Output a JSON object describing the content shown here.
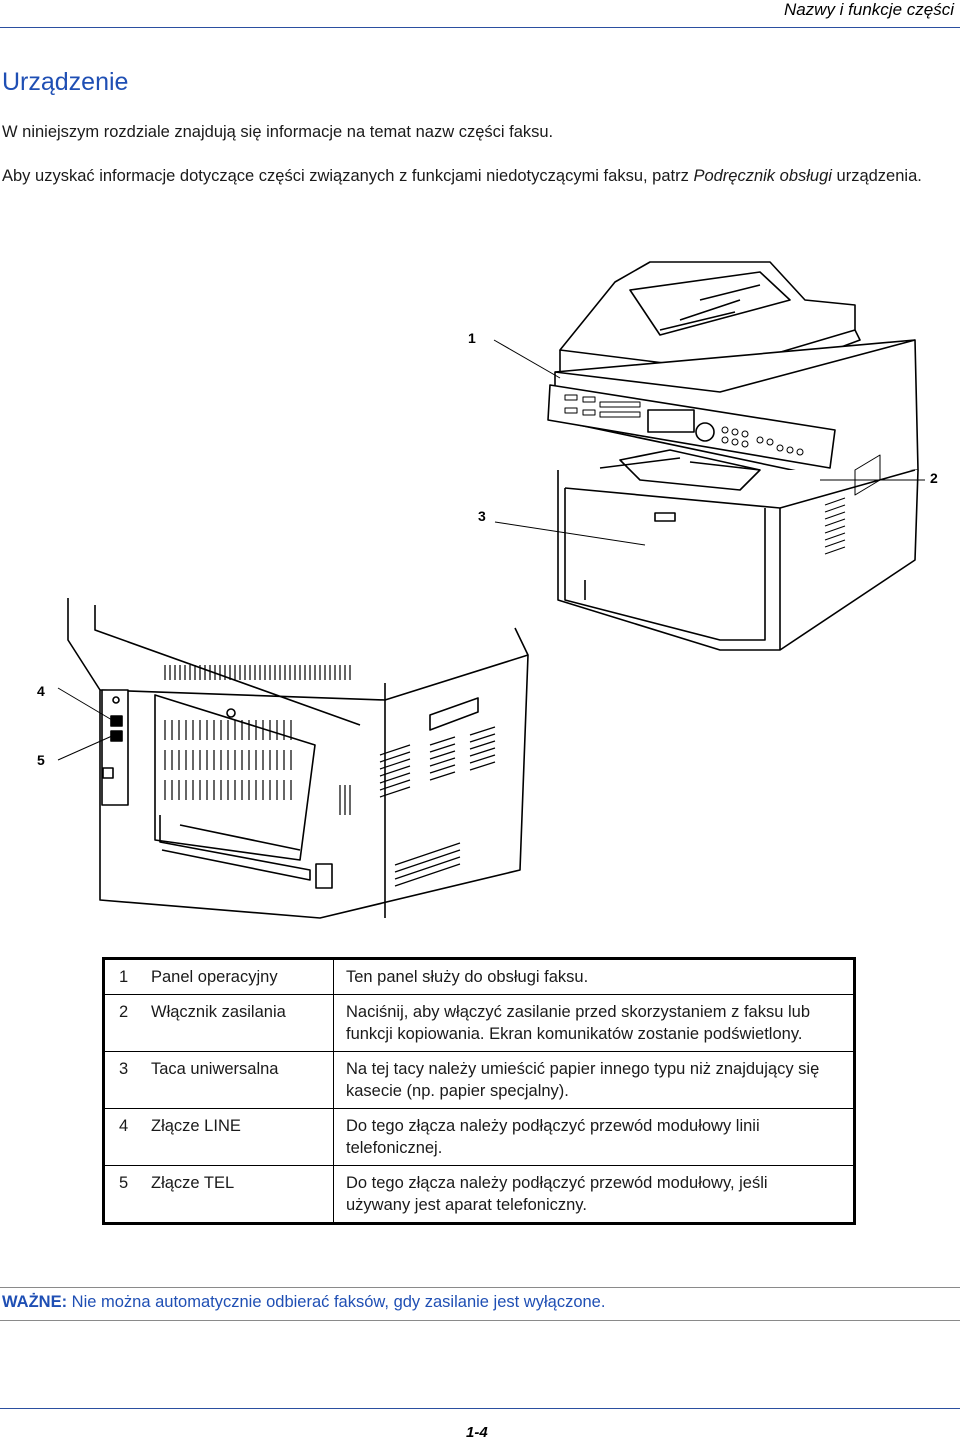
{
  "header": {
    "running_title": "Nazwy i funkcje części"
  },
  "section": {
    "title": "Urządzenie",
    "intro": "W niniejszym rozdziale znajdują się informacje na temat nazw części faksu.",
    "ref_before": "Aby uzyskać informacje dotyczące części związanych z funkcjami niedotyczącymi faksu, patrz ",
    "ref_italic": "Podręcznik obsługi",
    "ref_after": " urządzenia."
  },
  "figure": {
    "callouts": [
      "1",
      "2",
      "3",
      "4",
      "5"
    ]
  },
  "parts_table": {
    "rows": [
      {
        "num": "1",
        "name": "Panel operacyjny",
        "desc": "Ten panel służy do obsługi faksu."
      },
      {
        "num": "2",
        "name": "Włącznik zasilania",
        "desc": "Naciśnij, aby włączyć zasilanie przed skorzystaniem z faksu lub funkcji kopiowania. Ekran komunikatów zostanie podświetlony."
      },
      {
        "num": "3",
        "name": "Taca uniwersalna",
        "desc": "Na tej tacy należy umieścić papier innego typu niż znajdujący się kasecie (np. papier specjalny)."
      },
      {
        "num": "4",
        "name": "Złącze LINE",
        "desc": "Do tego złącza należy podłączyć przewód modułowy linii telefonicznej."
      },
      {
        "num": "5",
        "name": "Złącze TEL",
        "desc": "Do tego złącza należy podłączyć przewód modułowy, jeśli używany jest aparat telefoniczny."
      }
    ]
  },
  "note": {
    "label": "WAŻNE:",
    "text": " Nie można automatycznie odbierać faksów, gdy zasilanie jest wyłączone."
  },
  "footer": {
    "page_number": "1-4"
  },
  "colors": {
    "accent": "#1f4fb4",
    "rule": "#2b4fa0"
  }
}
